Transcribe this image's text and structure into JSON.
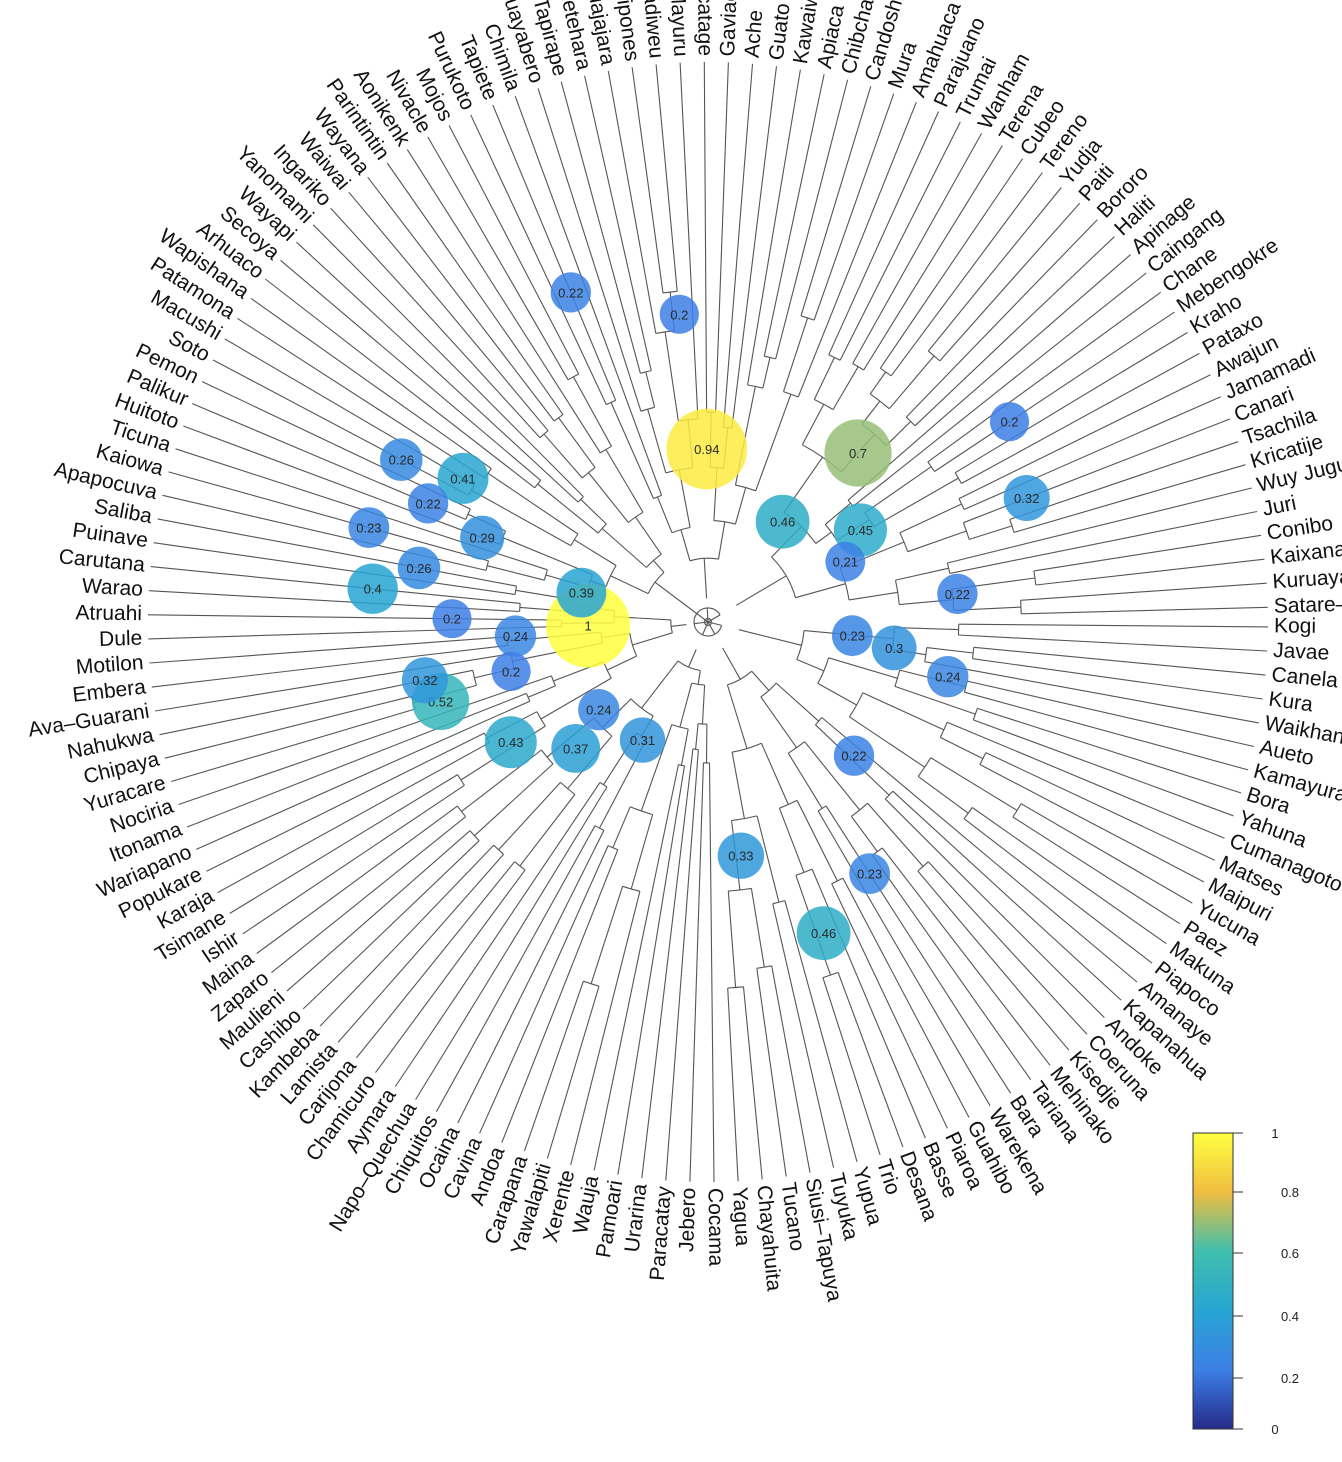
{
  "tips": [
    "Kogi",
    "Javae",
    "Canela",
    "Kura",
    "Waikhana",
    "Aueto",
    "Kamayura",
    "Bora",
    "Yahuna",
    "Cumanagoto",
    "Matses",
    "Maipuri",
    "Yucuna",
    "Paez",
    "Makuna",
    "Piapoco",
    "Amanaye",
    "Kapanahua",
    "Andoke",
    "Coeruna",
    "Kisedje",
    "Mehinako",
    "Tariana",
    "Bara",
    "Warekena",
    "Guahibo",
    "Piaroa",
    "Basse",
    "Desana",
    "Trio",
    "Yupua",
    "Tuyuka",
    "Siusi–Tapuya",
    "Tucano",
    "Chayahuita",
    "Yagua",
    "Cocama",
    "Jebero",
    "Paracatay",
    "Urarina",
    "Pamoari",
    "Wauja",
    "Xerente",
    "Yawalapiti",
    "Carapana",
    "Andoa",
    "Cavina",
    "Ocaina",
    "Chiquitos",
    "Napo–Quechua",
    "Aymara",
    "Chamicuro",
    "Carijona",
    "Lamista",
    "Kambeba",
    "Cashibo",
    "Maulieni",
    "Zaparo",
    "Maina",
    "Ishir",
    "Tsimane",
    "Karaja",
    "Popukare",
    "Wariapano",
    "Itonama",
    "Nociria",
    "Yuracare",
    "Chipaya",
    "Nahukwa",
    "Ava–Guarani",
    "Embera",
    "Motilon",
    "Dule",
    "Atruahi",
    "Warao",
    "Carutana",
    "Puinave",
    "Saliba",
    "Apapocuva",
    "Kaiowa",
    "Ticuna",
    "Huitoto",
    "Palikur",
    "Pemon",
    "Soto",
    "Macushi",
    "Patamona",
    "Wapishana",
    "Arhuaco",
    "Secoya",
    "Wayapi",
    "Yanomami",
    "Ingariko",
    "Waiwai",
    "Wayana",
    "Parintintin",
    "Aonikenk",
    "Nivacle",
    "Mojos",
    "Purukoto",
    "Tapiete",
    "Chimila",
    "Guayabero",
    "Tapirape",
    "Tenetehara",
    "Guajajara",
    "Abipones",
    "Kadiweu",
    "Mayuru",
    "Timbira–Creapimcatage",
    "Gaviao–Pykopje",
    "Ache",
    "Guato",
    "Kawaiwete",
    "Apiaca",
    "Chibcha",
    "Candoshi",
    "Mura",
    "Amahuaca",
    "Parajuano",
    "Trumai",
    "Wanham",
    "Terena",
    "Cubeo",
    "Tereno",
    "Yudja",
    "Paiti",
    "Bororo",
    "Haliti",
    "Apinage",
    "Caingang",
    "Chane",
    "Mebengokre",
    "Kraho",
    "Pataxo",
    "Awajun",
    "Jamamadi",
    "Canari",
    "Tsachila",
    "Kricatije",
    "Wuy Jugu",
    "Juri",
    "Conibo",
    "Kaixana",
    "Kuruaya",
    "Satare–Mawe"
  ],
  "clusters": [
    {
      "label": "1",
      "value": 1.0,
      "tip": "Dule"
    },
    {
      "label": "0.94",
      "value": 0.94,
      "tip": "Timbira–Creapimcatage"
    },
    {
      "label": "0.7",
      "value": 0.7,
      "tip": "Paiti"
    },
    {
      "label": "0.52",
      "value": 0.52,
      "tip": "Yuracare"
    },
    {
      "label": "0.46",
      "value": 0.46,
      "tip": "Desana"
    },
    {
      "label": "0.46",
      "value": 0.46,
      "tip": "Tereno"
    },
    {
      "label": "0.45",
      "value": 0.45,
      "tip": "Kraho"
    },
    {
      "label": "0.43",
      "value": 0.43,
      "tip": "Tsimane"
    },
    {
      "label": "0.41",
      "value": 0.41,
      "tip": "Macushi"
    },
    {
      "label": "0.4",
      "value": 0.4,
      "tip": "Carutana"
    },
    {
      "label": "0.39",
      "value": 0.39,
      "tip": "Apapocuva"
    },
    {
      "label": "0.37",
      "value": 0.37,
      "tip": "Cashibo"
    },
    {
      "label": "0.33",
      "value": 0.33,
      "tip": "Tucano"
    },
    {
      "label": "0.32",
      "value": 0.32,
      "tip": "Nahukwa"
    },
    {
      "label": "0.32",
      "value": 0.32,
      "tip": "Canari"
    },
    {
      "label": "0.31",
      "value": 0.31,
      "tip": "Chiquitos"
    },
    {
      "label": "0.3",
      "value": 0.3,
      "tip": "Kura"
    },
    {
      "label": "0.29",
      "value": 0.29,
      "tip": "Huitoto"
    },
    {
      "label": "0.26",
      "value": 0.26,
      "tip": "Saliba"
    },
    {
      "label": "0.26",
      "value": 0.26,
      "tip": "Soto"
    },
    {
      "label": "0.24",
      "value": 0.24,
      "tip": "Zaparo"
    },
    {
      "label": "0.24",
      "value": 0.24,
      "tip": "Motilon"
    },
    {
      "label": "0.24",
      "value": 0.24,
      "tip": "Aueto"
    },
    {
      "label": "0.23",
      "value": 0.23,
      "tip": "Bara"
    },
    {
      "label": "0.23",
      "value": 0.23,
      "tip": "Kaiowa"
    },
    {
      "label": "0.23",
      "value": 0.23,
      "tip": "Canela"
    },
    {
      "label": "0.22",
      "value": 0.22,
      "tip": "Kapanahua"
    },
    {
      "label": "0.22",
      "value": 0.22,
      "tip": "Kaixana"
    },
    {
      "label": "0.22",
      "value": 0.22,
      "tip": "Palikur"
    },
    {
      "label": "0.22",
      "value": 0.22,
      "tip": "Tapiete"
    },
    {
      "label": "0.21",
      "value": 0.21,
      "tip": "Jamamadi"
    },
    {
      "label": "0.2",
      "value": 0.2,
      "tip": "Chipaya"
    },
    {
      "label": "0.2",
      "value": 0.2,
      "tip": "Atruahi"
    },
    {
      "label": "0.2",
      "value": 0.2,
      "tip": "Kadiweu"
    },
    {
      "label": "0.2",
      "value": 0.2,
      "tip": "Mebengokre"
    }
  ],
  "legend": {
    "ticks": [
      "1",
      "0.8",
      "0.6",
      "0.4",
      "0.2",
      "0"
    ],
    "colors": [
      "#ffff40",
      "#f0bd40",
      "#3fbfad",
      "#27a5d2",
      "#3d7fe6",
      "#252b8a"
    ]
  },
  "colors": {
    "branch": "#555555",
    "root": "#666666",
    "circle_low": "#252b8a",
    "circle_mid": "#3fbfad",
    "circle_high": "#ffff40"
  }
}
